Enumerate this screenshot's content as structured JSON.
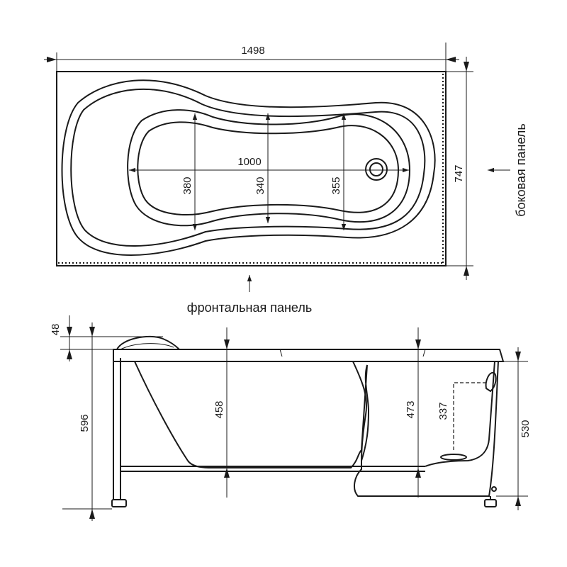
{
  "top_view": {
    "overall_length": "1498",
    "overall_width": "747",
    "inner_length": "1000",
    "width_left": "380",
    "width_middle": "340",
    "width_right": "355"
  },
  "labels": {
    "side_panel": "боковая панель",
    "front_panel": "фронтальная панель"
  },
  "side_view": {
    "rim_thickness": "48",
    "total_height": "596",
    "depth_left": "458",
    "depth_right": "473",
    "overflow_height": "337",
    "panel_height": "530"
  }
}
